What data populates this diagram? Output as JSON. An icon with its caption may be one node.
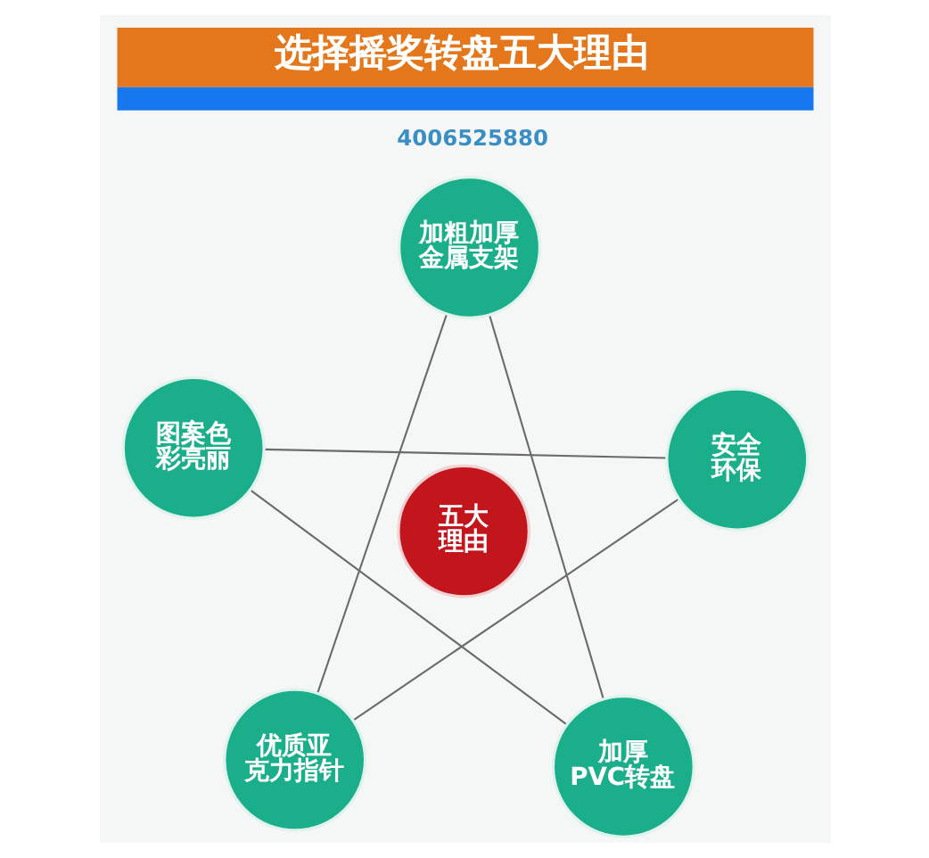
{
  "diagram": {
    "title": "选择摇奖转盘五大理由",
    "nodes": [
      {
        "text": [
          "加粗加厚金属支架"
        ]
      },
      {
        "text": [
          "图案色彩亮丽"
        ]
      },
      {
        "text": [
          "安全环保"
        ]
      },
      {
        "text": [
          "五大理由"
        ]
      },
      {
        "text": [
          "优质亚克力指针"
        ]
      },
      {
        "text": [
          "加厚PVC转盘"
        ]
      }
    ],
    "edges": [
      {
        "from": 0,
        "to": 4,
        "arrow": "none"
      },
      {
        "from": 0,
        "to": 5,
        "arrow": "none"
      },
      {
        "from": 1,
        "to": 2,
        "arrow": "none"
      },
      {
        "from": 1,
        "to": 5,
        "arrow": "none"
      },
      {
        "from": 2,
        "to": 4,
        "arrow": "none"
      }
    ],
    "labels": [
      "4006525880"
    ]
  }
}
